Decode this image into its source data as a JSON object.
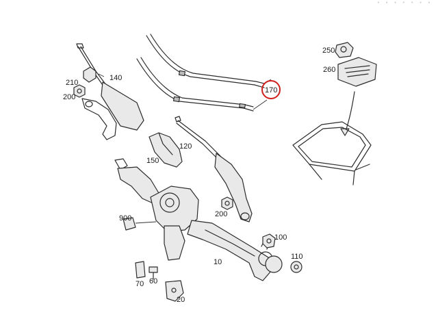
{
  "callouts": {
    "p10": "10",
    "p20": "20",
    "p60": "60",
    "p70": "70",
    "p100": "100",
    "p110": "110",
    "p120": "120",
    "p140": "140",
    "p150": "150",
    "p170": "170",
    "p200a": "200",
    "p200b": "200",
    "p210": "210",
    "p250": "250",
    "p260": "260",
    "p900": "900"
  },
  "colors": {
    "highlight_ring": "#d0201e",
    "line_art": "#2b2b2b",
    "background": "#ffffff"
  }
}
